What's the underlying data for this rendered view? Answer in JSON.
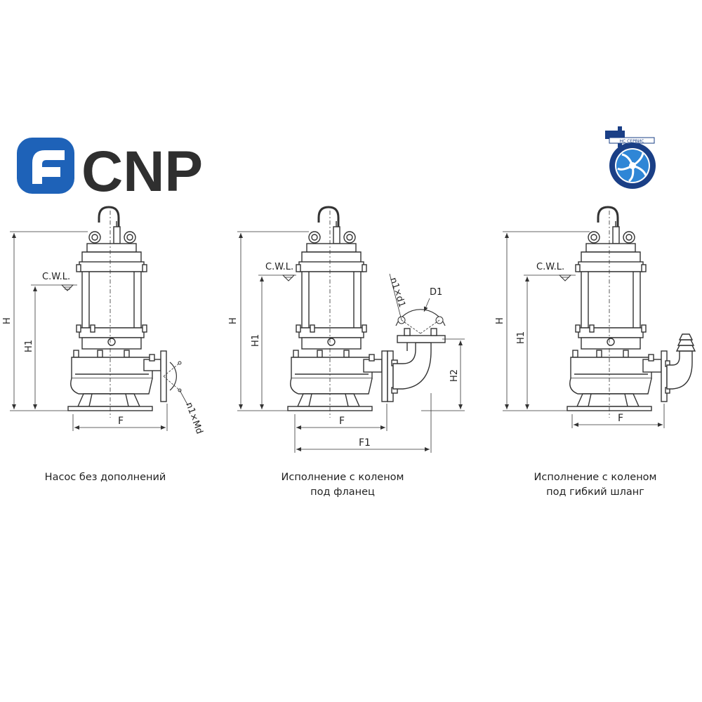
{
  "brand": {
    "logo_text": "CNP",
    "logo_color": "#1e62b8",
    "logo_text_color": "#2f2f2f",
    "partner_badge_text": "НС СЕРВИС",
    "partner_color": "#1a3f86"
  },
  "labels": {
    "cwl": "C.W.L.",
    "h": "H",
    "h1": "H1",
    "h2": "H2",
    "f": "F",
    "f1": "F1",
    "d1": "D1",
    "n1_md": "n1×Md",
    "n1_d1": "n1×d1"
  },
  "captions": {
    "plain": [
      "Насос без дополнений"
    ],
    "flange_elbow": [
      "Исполнение с коленом",
      "под фланец"
    ],
    "hose_elbow": [
      "Исполнение с коленом",
      "под гибкий шланг"
    ]
  }
}
